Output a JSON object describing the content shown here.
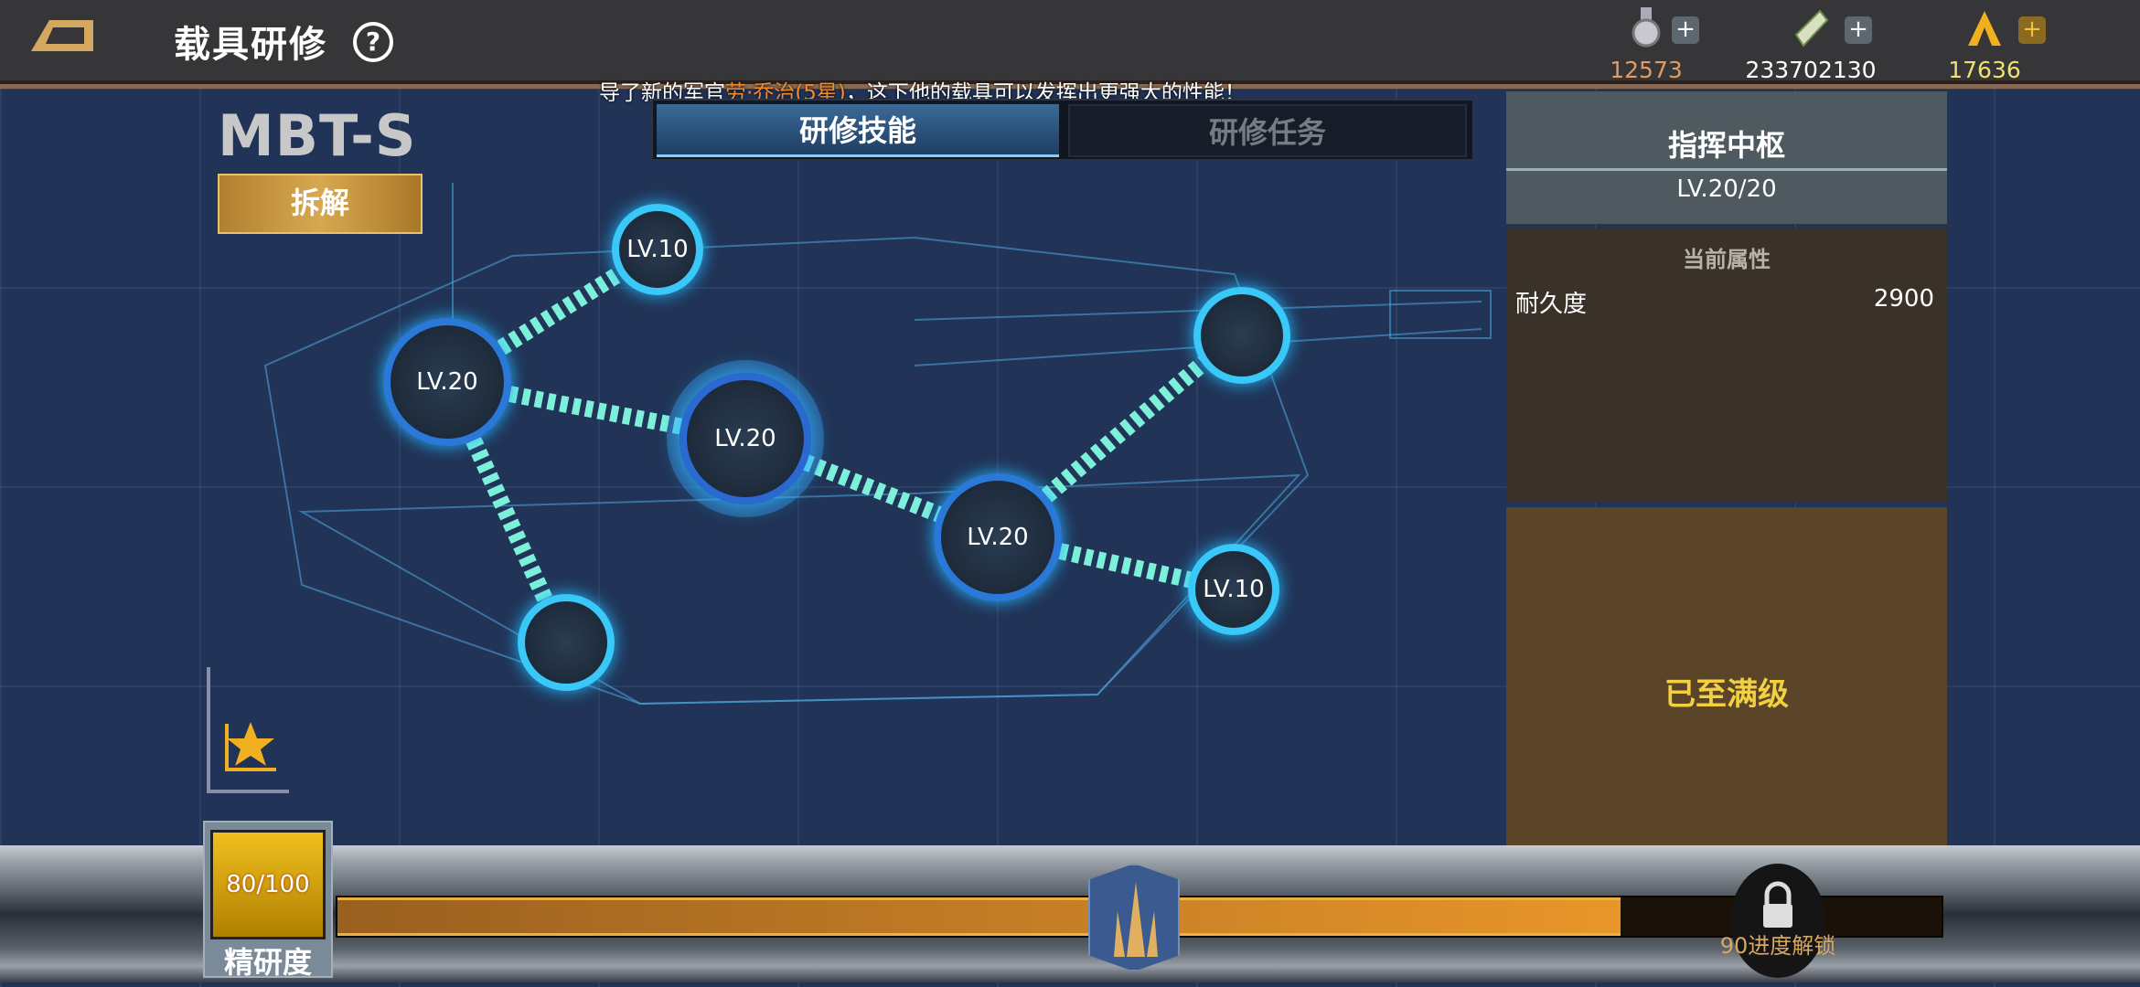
{
  "header": {
    "title": "载具研修",
    "help_icon": "?"
  },
  "currencies": [
    {
      "name": "medal",
      "value": "12573",
      "color": "#e49a60"
    },
    {
      "name": "cash",
      "value": "233702130",
      "color": "#ffffff"
    },
    {
      "name": "gold",
      "value": "17636",
      "color": "#f0e070"
    }
  ],
  "marquee": {
    "prefix": "导了新的军官",
    "highlight": "劳·乔治(5星)",
    "suffix": "，这下他的载具可以发挥出更强大的性能！"
  },
  "vehicle": {
    "name": "MBT-S",
    "dismantle_label": "拆解"
  },
  "tabs": [
    {
      "label": "研修技能",
      "active": true
    },
    {
      "label": "研修任务",
      "active": false
    }
  ],
  "nodes": [
    {
      "label": "LV.10"
    },
    {
      "label": "LV.20"
    },
    {
      "label": "LV.20"
    },
    {
      "label": ""
    },
    {
      "label": "LV.20"
    },
    {
      "label": "LV.10"
    },
    {
      "label": ""
    }
  ],
  "panel": {
    "title": "指挥中枢",
    "level": "LV.20/20",
    "attr_header": "当前属性",
    "attr_name": "耐久度",
    "attr_value": "2900",
    "status": "已至满级"
  },
  "progress": {
    "score": "80/100",
    "label": "精研度",
    "value": 80,
    "max": 100,
    "lock_text": "90进度解锁"
  }
}
